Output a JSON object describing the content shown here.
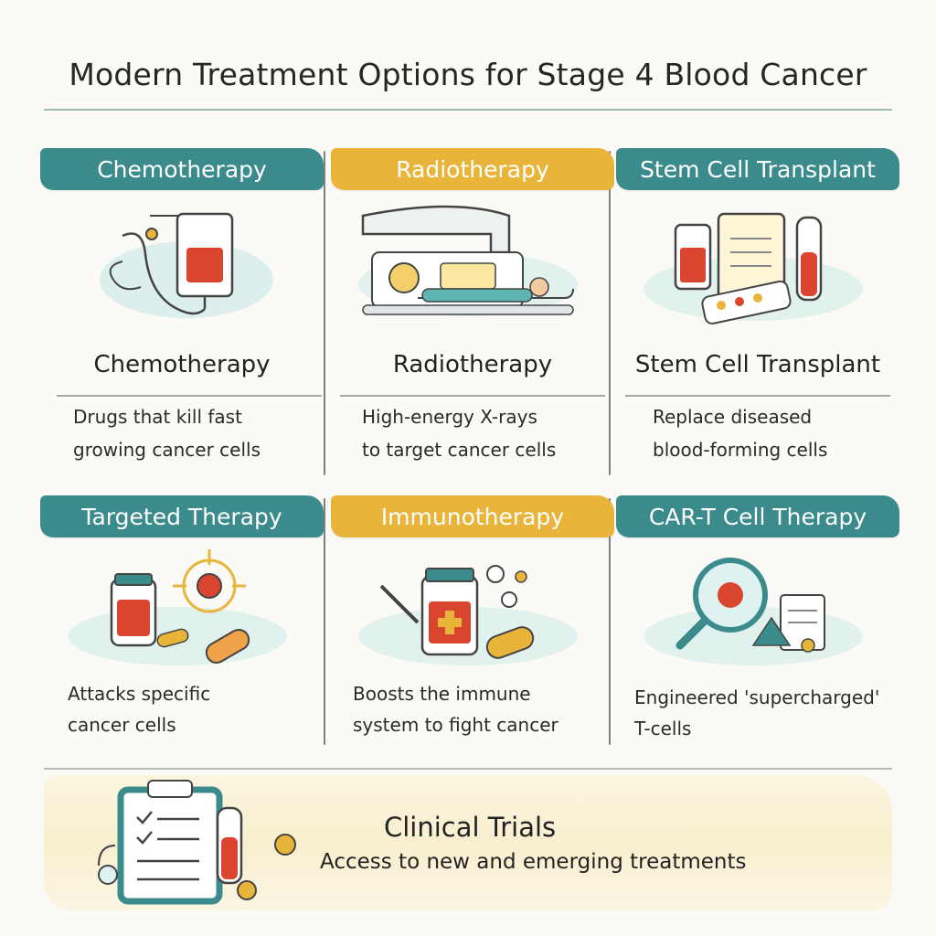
{
  "title": "Modern Treatment Options for Stage 4 Blood Cancer",
  "cards": [
    {
      "banner": "Chemotherapy",
      "subtitle": "Chemotherapy",
      "desc_lines": [
        "Drugs that kill fast",
        "growing cancer cells"
      ],
      "color": "#3b8b8d",
      "illustration": "iv-drip-icon"
    },
    {
      "banner": "Radiotherapy",
      "subtitle": "Radiotherapy",
      "desc_lines": [
        "High-energy X-rays",
        "to target cancer cells"
      ],
      "color": "#e8b53a",
      "illustration": "radiation-machine-icon"
    },
    {
      "banner": "Stem Cell Transplant",
      "subtitle": "Stem Cell Transplant",
      "desc_lines": [
        "Replace diseased",
        "blood-forming cells"
      ],
      "color": "#3b8b8d",
      "illustration": "clipboard-vials-icon"
    },
    {
      "banner": "Targeted Therapy",
      "desc_lines": [
        "Attacks specific",
        "cancer cells"
      ],
      "color": "#3b8b8d",
      "illustration": "target-pills-icon"
    },
    {
      "banner": "Immunotherapy",
      "desc_lines": [
        "Boosts the immune",
        "system to fight cancer"
      ],
      "color": "#e8b53a",
      "illustration": "medicine-bottle-icon"
    },
    {
      "banner": "CAR-T Cell Therapy",
      "desc_lines": [
        "Engineered 'supercharged'",
        "T-cells"
      ],
      "color": "#3b8b8d",
      "illustration": "magnifier-cell-icon"
    }
  ],
  "trials": {
    "title": "Clinical Trials",
    "desc": "Access to new and emerging treatments",
    "illustration": "clipboard-checklist-icon"
  }
}
